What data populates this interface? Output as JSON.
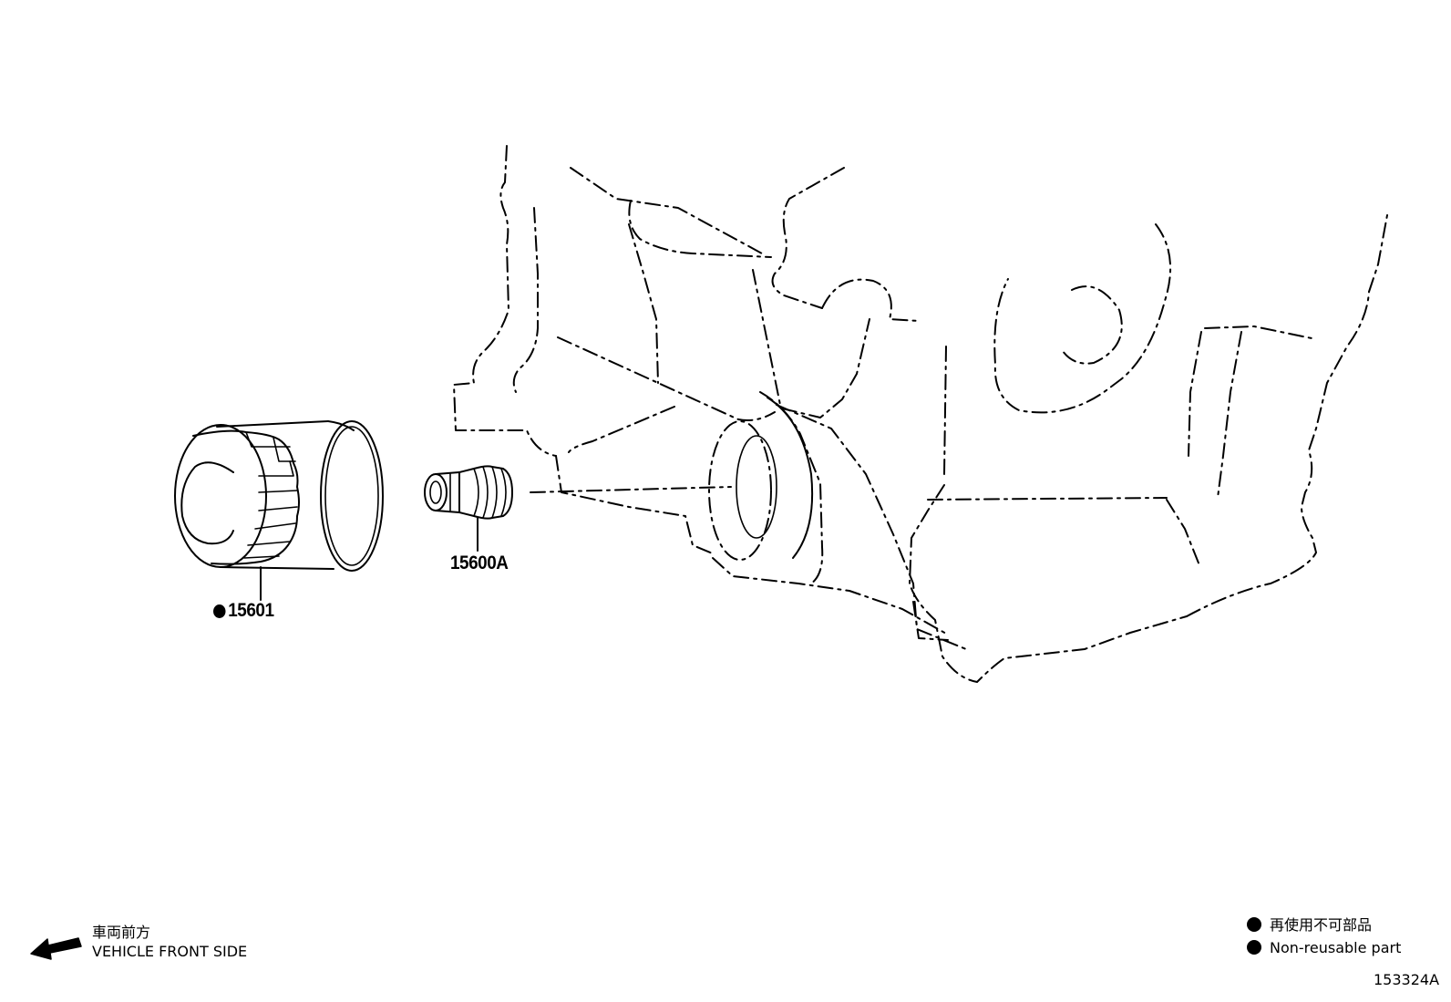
{
  "parts": {
    "oil_filter": {
      "number": "15601",
      "non_reusable": true
    },
    "union": {
      "number": "15600A"
    }
  },
  "direction": {
    "label_jp": "車両前方",
    "label_en": "VEHICLE FRONT SIDE",
    "icon": "arrow-left-icon"
  },
  "legend": {
    "jp": "再使用不可部品",
    "en": "Non-reusable part",
    "icon": "filled-dot-icon"
  },
  "illustration_code": "153324A"
}
